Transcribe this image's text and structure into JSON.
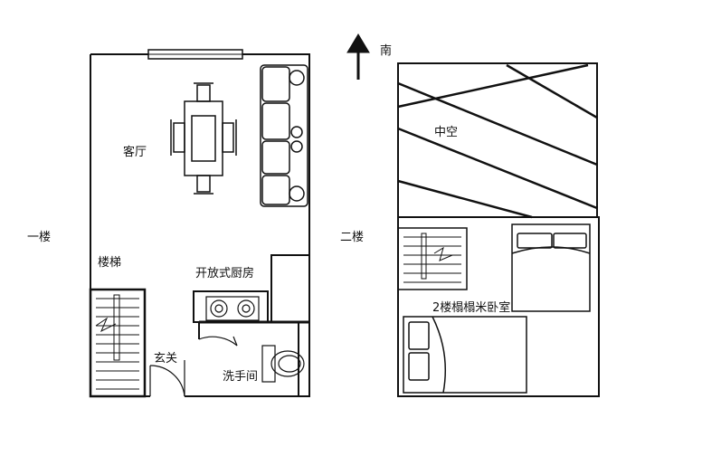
{
  "labels": {
    "north": "南",
    "floor1": "一楼",
    "floor2": "二楼",
    "living_room": "客厅",
    "stairs": "楼梯",
    "open_kitchen": "开放式厨房",
    "entrance": "玄关",
    "bathroom": "洗手间",
    "void": "中空",
    "loft_bedroom": "2楼榻榻米卧室"
  },
  "colors": {
    "wall": "#111111",
    "line": "#222222",
    "window": "#555555"
  }
}
